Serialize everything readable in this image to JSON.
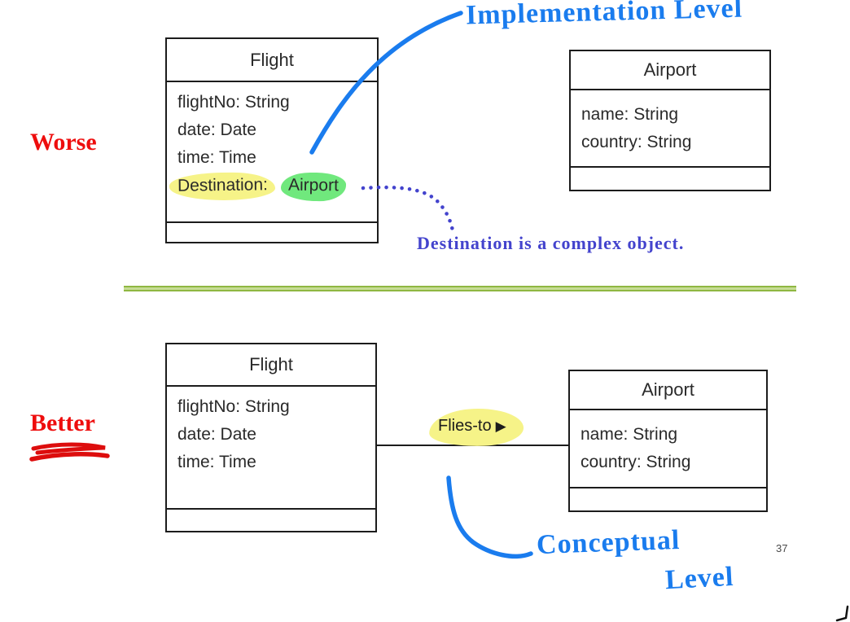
{
  "slide": {
    "page_number": "37",
    "labels": {
      "worse": "Worse",
      "better": "Better",
      "implementation_level": "Implementation Level",
      "conceptual_level_line1": "Conceptual",
      "conceptual_level_line2": "Level",
      "complex_object_note": "Destination is a complex object."
    },
    "worse_diagram": {
      "flight": {
        "title": "Flight",
        "attributes": [
          "flightNo: String",
          "date: Date",
          "time: Time"
        ],
        "destination_attribute": {
          "name": "Destination:",
          "type": "Airport"
        }
      },
      "airport": {
        "title": "Airport",
        "attributes": [
          "name: String",
          "country: String"
        ]
      }
    },
    "better_diagram": {
      "flight": {
        "title": "Flight",
        "attributes": [
          "flightNo: String",
          "date: Date",
          "time: Time"
        ]
      },
      "airport": {
        "title": "Airport",
        "attributes": [
          "name: String",
          "country: String"
        ]
      },
      "association": {
        "label": "Flies-to",
        "direction_arrow": "▶"
      }
    },
    "colors": {
      "marker_blue": "#1a7cee",
      "note_indigo": "#4343cd",
      "annotation_red": "#ee0d0d",
      "highlight_yellow": "#f6f388",
      "highlight_green": "#70e87d",
      "divider_green": "#8fb742"
    }
  }
}
